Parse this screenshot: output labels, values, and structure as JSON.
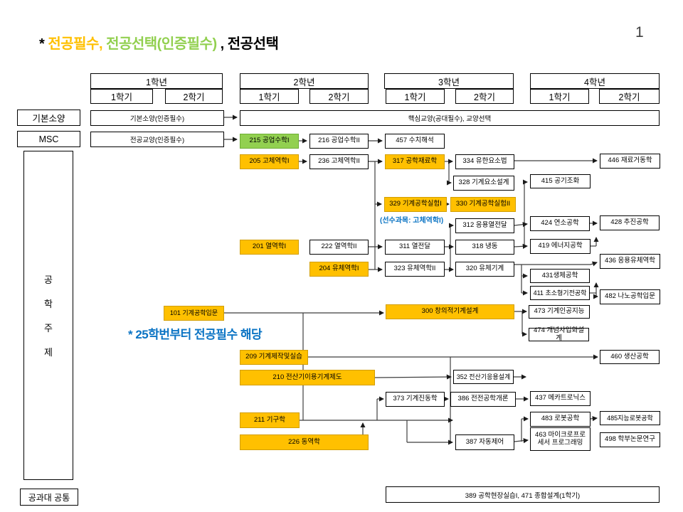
{
  "page": {
    "number": "1"
  },
  "title": {
    "star": "* ",
    "required": "전공필수",
    "comma1": ", ",
    "cert": "전공선택(인증필수)",
    "comma2": " , ",
    "elective": "전공선택"
  },
  "colors": {
    "required_orange": "#FFC000",
    "cert_green": "#92D050",
    "note_blue": "#0B74C4"
  },
  "years": [
    {
      "label": "1학년",
      "sem1": "1학기",
      "sem2": "2학기"
    },
    {
      "label": "2학년",
      "sem1": "1학기",
      "sem2": "2학기"
    },
    {
      "label": "3학년",
      "sem1": "1학기",
      "sem2": "2학기"
    },
    {
      "label": "4학년",
      "sem1": "1학기",
      "sem2": "2학기"
    }
  ],
  "side": {
    "basic": "기본소양",
    "msc": "MSC",
    "theme": [
      "공",
      "학",
      "주",
      "제"
    ],
    "college_common": "공과대 공통"
  },
  "bars": {
    "basic": "기본소양(인증필수)",
    "core": "핵심교양(공대필수), 교양선택",
    "major_liberal": "전공교양(인증필수)",
    "bottom": "389 공학현장실습I, 471 종합설계(1학기)"
  },
  "notes": {
    "from25": "* 25학번부터 전공필수 해당",
    "prereq": "(선수과목: 고체역학I)"
  },
  "courses": {
    "c215": "215 공업수학I",
    "c216": "216 공업수학II",
    "c457": "457 수치해석",
    "c205": "205 고체역학I",
    "c236": "236 고체역학II",
    "c317": "317 공학재료학",
    "c334": "334 유한요소법",
    "c446": "446 재료거동학",
    "c328": "328 기계요소설계",
    "c415": "415 공기조화",
    "c329": "329 기계공학실험I",
    "c330": "330 기계공학실험II",
    "c312": "312 응용열전달",
    "c424": "424 연소공학",
    "c428": "428 추진공학",
    "c201": "201 열역학I",
    "c222": "222 열역학II",
    "c311": "311 열전달",
    "c318": "318 냉동",
    "c419": "419 에너지공학",
    "c436": "436 응용유체역학",
    "c204": "204 유체역학I",
    "c323": "323 유체역학II",
    "c320": "320 유체기계",
    "c431": "431생체공학",
    "c411": "411 초소형기전공학",
    "c482": "482 나노공학입문",
    "c101": "101 기계공학입문",
    "c300": "300 창의적기계설계",
    "c473": "473 기계인공지능",
    "c474": "474 개념사업화설계",
    "c209": "209 기계제작및실습",
    "c460": "460 생산공학",
    "c210": "210 전산기이용기계제도",
    "c352": "352 전산기응용설계",
    "c373": "373 기계진동학",
    "c386": "386 전전공학개론",
    "c437": "437 메카트로닉스",
    "c211": "211 기구학",
    "c483": "483 로봇공학",
    "c485": "485지능로봇공학",
    "c226": "226 동역학",
    "c387": "387 자동제어",
    "c463": "463 마이크로프로세서 프로그래밍",
    "c498": "498 학부논문연구"
  }
}
